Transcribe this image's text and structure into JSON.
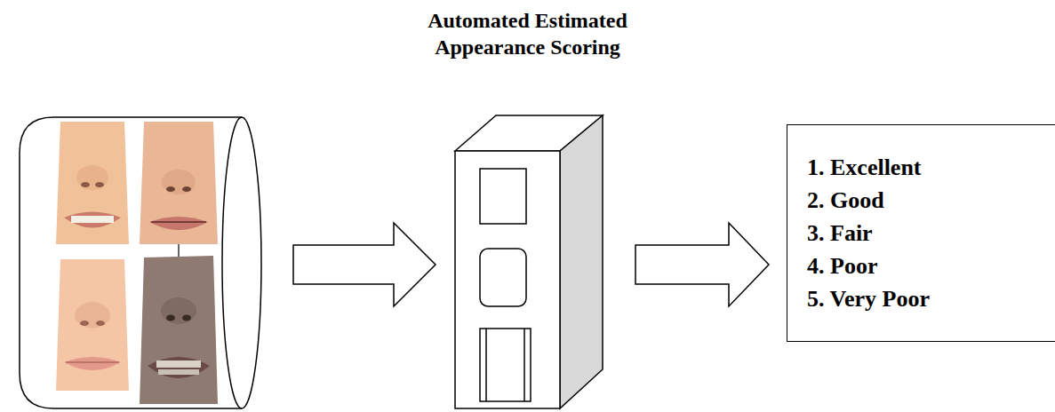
{
  "diagram": {
    "title": "Automated Estimated Appearance Scoring",
    "nodes": [
      {
        "text": [
          "1. Excellent",
          "2. Good",
          "3. Fair",
          "4. Poor",
          "5. Very Poor"
        ]
      }
    ]
  }
}
